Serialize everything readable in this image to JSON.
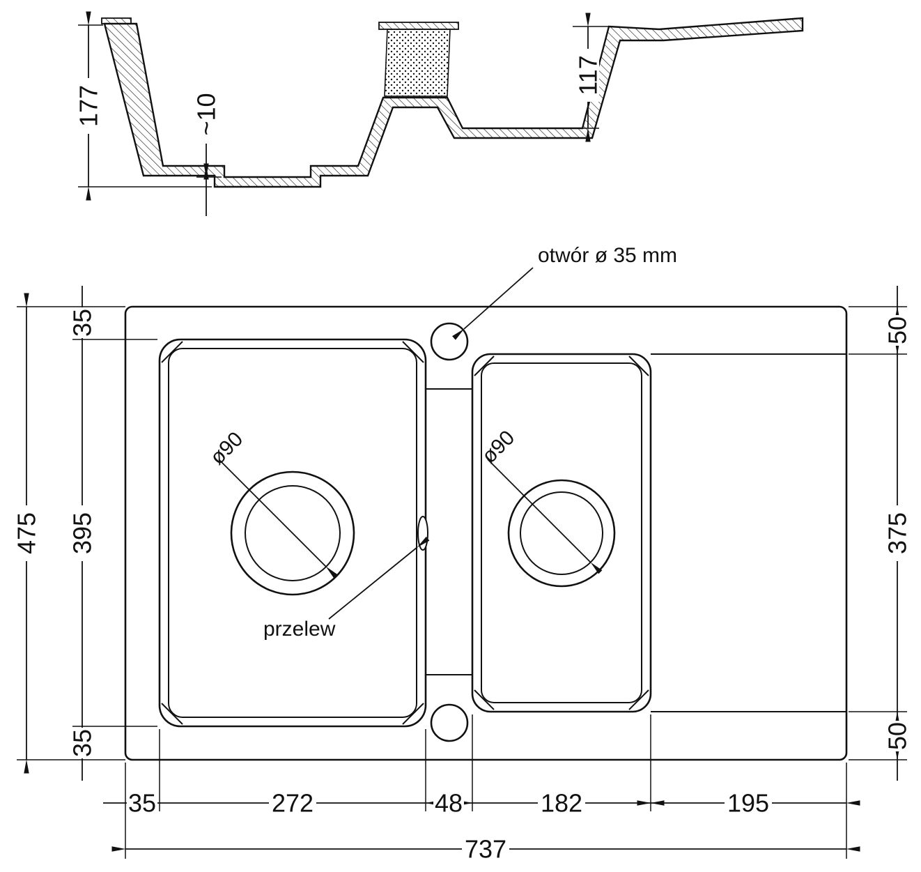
{
  "section_view": {
    "dims": {
      "bowl_depth_left": "177",
      "bottom_step": "~10",
      "bowl_depth_right": "117"
    }
  },
  "plan_view": {
    "callouts": {
      "faucet_hole": "otwór ø 35 mm",
      "overflow": "przelew",
      "drain_left": "ø90",
      "drain_right": "ø90"
    },
    "dims": {
      "total_height": "475",
      "bowl_height": "395",
      "margin_top": "35",
      "margin_bottom": "35",
      "right_top": "50",
      "drainer_height": "375",
      "right_bottom": "50",
      "bottom_left_margin": "35",
      "bowl1_width": "272",
      "center_gap": "48",
      "bowl2_width": "182",
      "drainer_width": "195",
      "total_width": "737"
    }
  }
}
